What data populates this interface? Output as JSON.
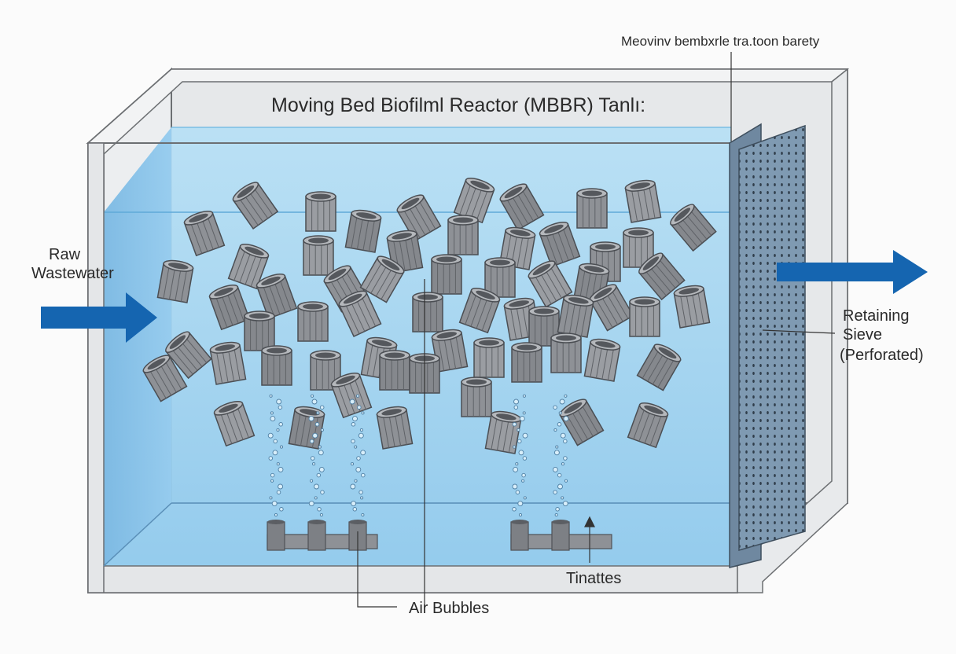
{
  "title": "Moving Bed Biofilml Reactor (MBBR) Tanlı:",
  "top_callout": "Meovinv bembxrle tra.toon barety",
  "labels": {
    "inlet_line1": "Raw",
    "inlet_line2": "Wastewater",
    "sieve_line1": "Retaining",
    "sieve_line2": "Sieve",
    "sieve_line3": "(Perforated)",
    "air_bubbles": "Air Bubbles",
    "diffusers": "Tinattes"
  },
  "colors": {
    "water": "#a9d8f1",
    "water_deep": "#7fbfe6",
    "tank_wall": "#e4e6e8",
    "tank_outline": "#6c6f72",
    "arrow": "#1565b0",
    "carrier": "#8e9196",
    "carrier_dark": "#5a5d62",
    "sieve": "#7f9ab2"
  },
  "icons": {
    "inlet_arrow": "arrow-right-icon",
    "outlet_arrow": "arrow-right-icon",
    "carrier": "cylinder-carrier-icon",
    "bubble": "bubble-icon"
  }
}
